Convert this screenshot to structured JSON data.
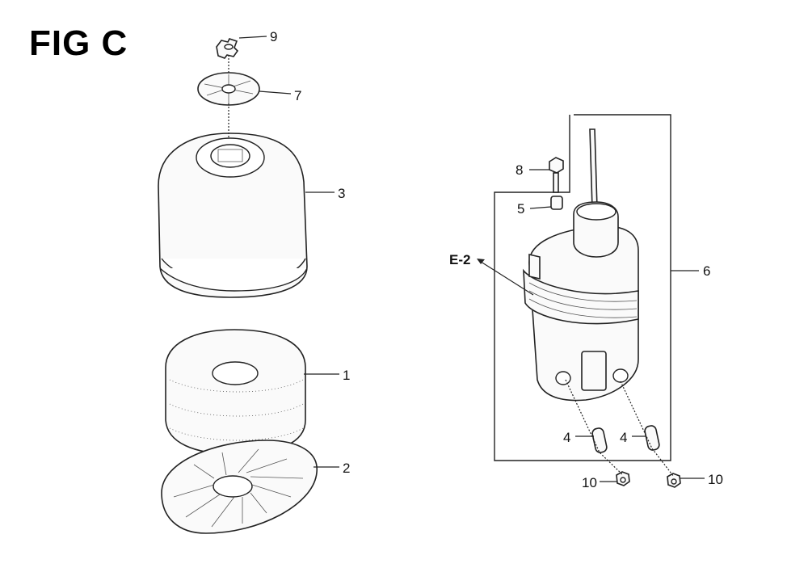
{
  "figure": {
    "title": "FIG C"
  },
  "callouts": {
    "c1": "1",
    "c2": "2",
    "c3": "3",
    "c4a": "4",
    "c4b": "4",
    "c5": "5",
    "c6": "6",
    "c7": "7",
    "c8": "8",
    "c9": "9",
    "c10a": "10",
    "c10b": "10",
    "ref": "E-2"
  },
  "parts": [
    {
      "ref": "1",
      "icon": "air-filter-element-icon"
    },
    {
      "ref": "2",
      "icon": "filter-grid-icon"
    },
    {
      "ref": "3",
      "icon": "air-cleaner-cover-icon"
    },
    {
      "ref": "4",
      "icon": "collar-icon"
    },
    {
      "ref": "5",
      "icon": "spacer-icon"
    },
    {
      "ref": "6",
      "icon": "air-cleaner-case-icon"
    },
    {
      "ref": "7",
      "icon": "washer-plate-icon"
    },
    {
      "ref": "8",
      "icon": "bolt-icon"
    },
    {
      "ref": "9",
      "icon": "wing-nut-icon"
    },
    {
      "ref": "10",
      "icon": "nut-icon"
    }
  ]
}
